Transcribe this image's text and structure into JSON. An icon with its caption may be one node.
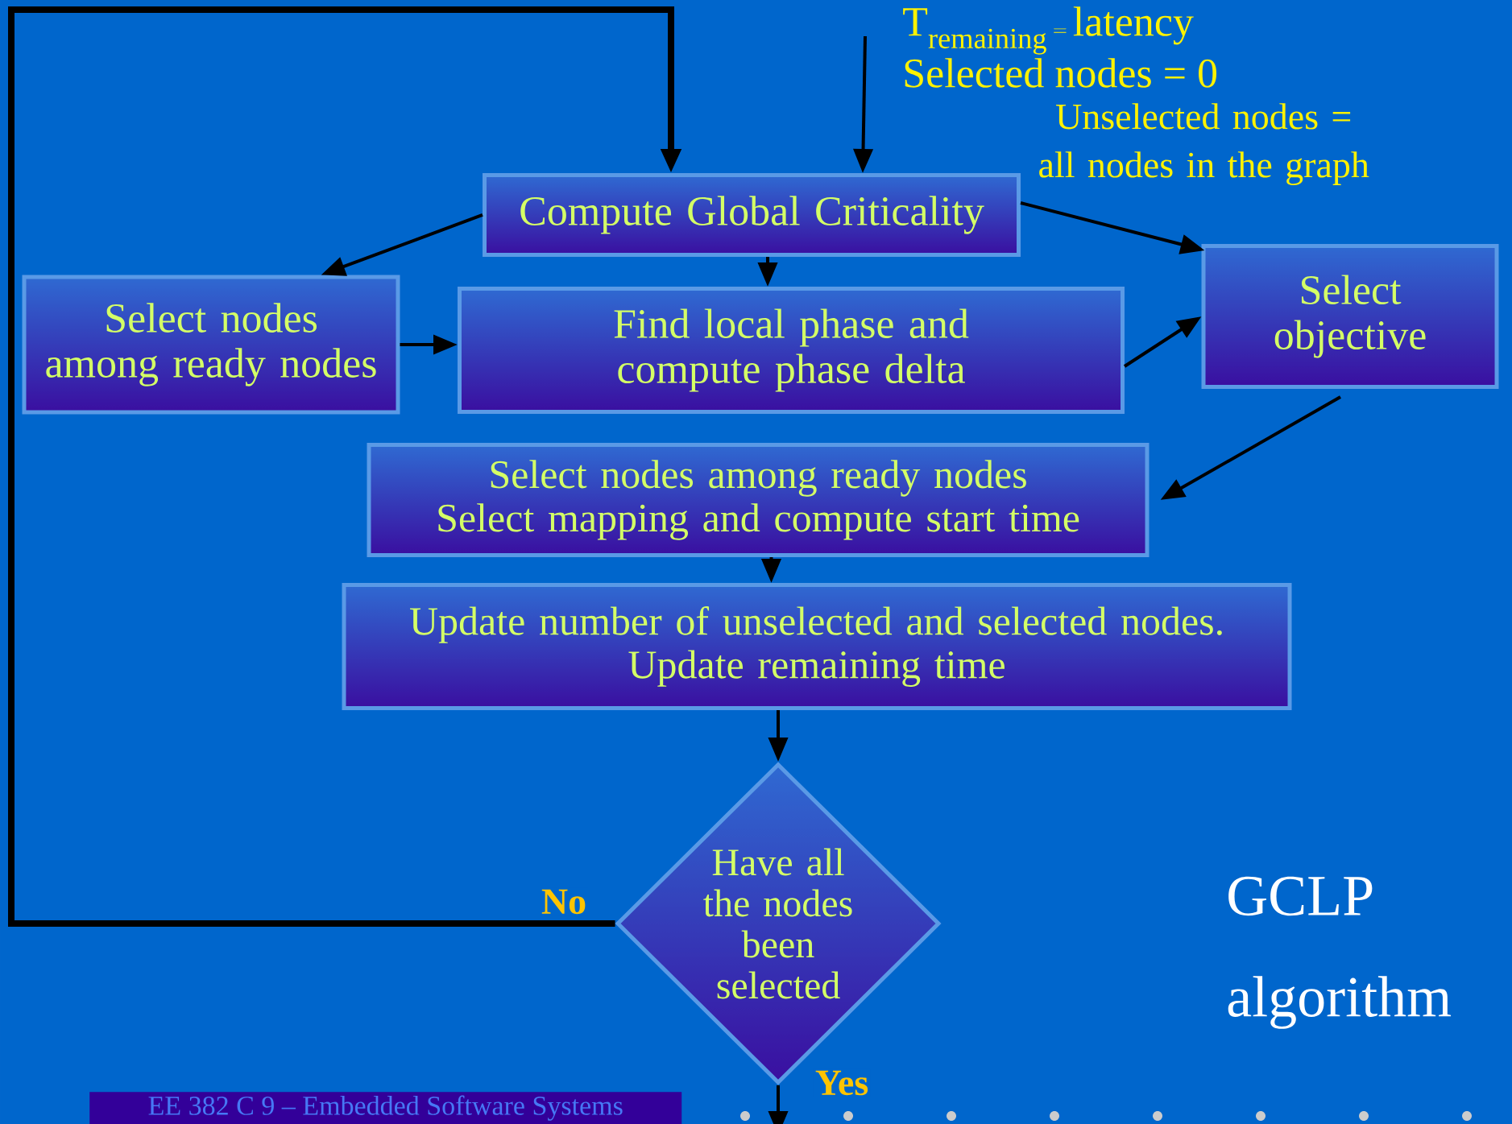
{
  "diagram": {
    "nodes": [
      {
        "text": [
          "Compute Global Criticality"
        ]
      },
      {
        "text": [
          "Select nodes among ready nodes"
        ]
      },
      {
        "text": [
          "Find local phase and compute phase delta"
        ]
      },
      {
        "text": [
          "Select objective"
        ]
      },
      {
        "text": [
          "Select nodes among ready nodes",
          "Select mapping and compute start time"
        ]
      },
      {
        "text": [
          "Update number of unselected and selected nodes.",
          "Update remaining time"
        ]
      },
      {
        "text": [
          "Have all the nodes been selected"
        ]
      }
    ],
    "edges": [
      {
        "from": null,
        "to": 0,
        "arrow": "to"
      },
      {
        "from": 6,
        "to": 0,
        "arrow": "to",
        "label": "No",
        "style": "thick"
      },
      {
        "from": 0,
        "to": 1,
        "arrow": "to"
      },
      {
        "from": 0,
        "to": 2,
        "arrow": "to"
      },
      {
        "from": 0,
        "to": 3,
        "arrow": "to"
      },
      {
        "from": 1,
        "to": 2,
        "arrow": "to"
      },
      {
        "from": 2,
        "to": 3,
        "arrow": "to"
      },
      {
        "from": 3,
        "to": 4,
        "arrow": "to"
      },
      {
        "from": 4,
        "to": 5,
        "arrow": "to"
      },
      {
        "from": 5,
        "to": 6,
        "arrow": "to"
      },
      {
        "from": 6,
        "to": null,
        "arrow": "to",
        "label": "Yes"
      }
    ],
    "labels": [
      "\\mathrm{T}_{\\mathrm{remaining}} = \\mathrm{latency}",
      "Selected nodes = 0",
      "Unselected nodes = all nodes in the graph",
      "GCLP",
      "algorithm",
      "EE 382 C 9 – Embedded Software Systems"
    ]
  }
}
